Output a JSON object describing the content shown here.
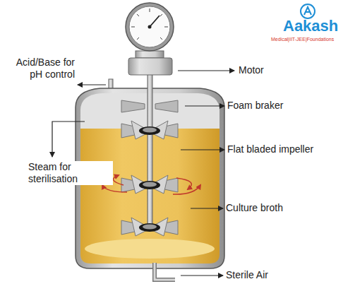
{
  "diagram": {
    "labels": [
      "Acid/Base for pH control",
      "Motor",
      "Foam braker",
      "Steam for sterilisation",
      "Flat bladed impeller",
      "Culture broth",
      "Sterile Air",
      "Aakash",
      "Medical|IIT-JEE|Foundations"
    ]
  }
}
